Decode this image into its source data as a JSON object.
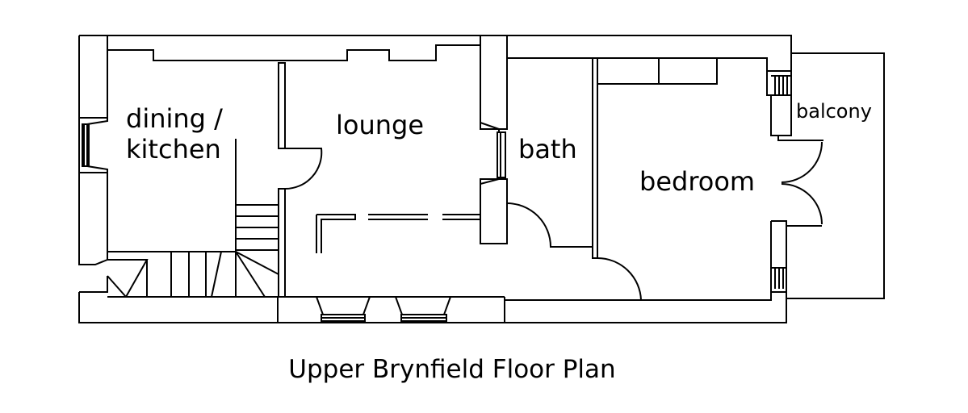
{
  "plan": {
    "title": "Upper Brynfield Floor Plan",
    "rooms": {
      "dining_line1": "dining /",
      "dining_line2": "kitchen",
      "lounge": "lounge",
      "bath": "bath",
      "bedroom": "bedroom",
      "balcony": "balcony"
    },
    "colors": {
      "line": "#000000",
      "background": "#ffffff"
    }
  }
}
